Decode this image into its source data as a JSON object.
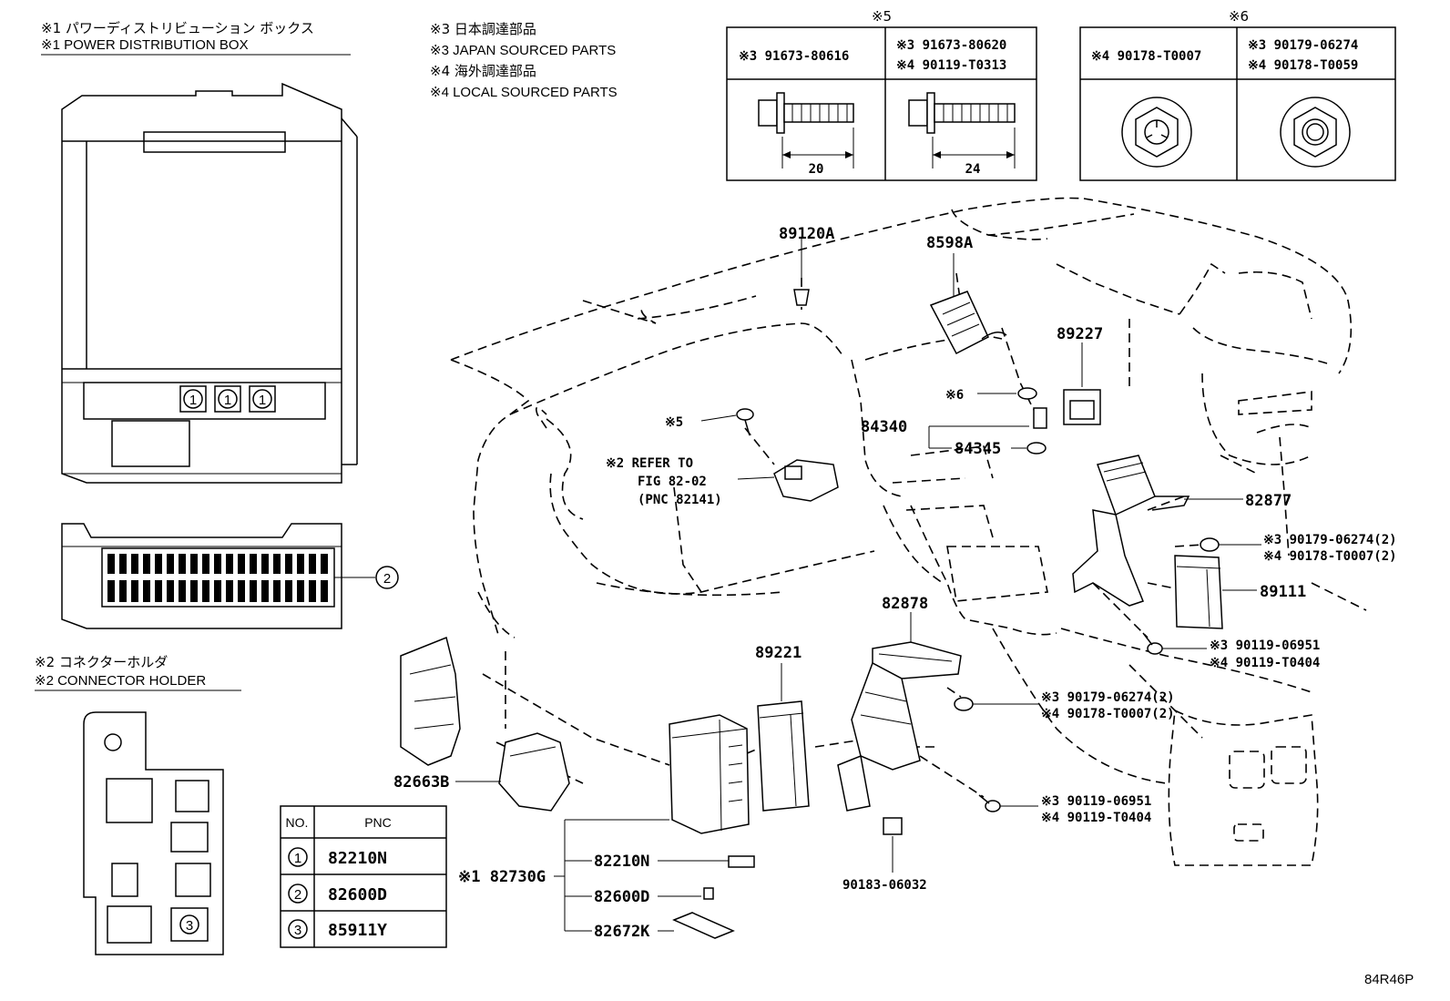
{
  "notes": {
    "power_box_jp": "※1 パワーディストリビューション ボックス",
    "power_box_en": "※1 POWER DISTRIBUTION BOX",
    "japan_jp": "※3 日本調達部品",
    "japan_en": "※3 JAPAN SOURCED PARTS",
    "local_jp": "※4 海外調達部品",
    "local_en": "※4 LOCAL SOURCED PARTS",
    "connector_jp": "※2 コネクターホルダ",
    "connector_en": "※2 CONNECTOR HOLDER"
  },
  "fastener_tables": {
    "bolts": {
      "title": "※5",
      "cells": [
        {
          "lines": [
            "※3 91673-80616"
          ],
          "length": "20"
        },
        {
          "lines": [
            "※3 91673-80620",
            "※4 90119-T0313"
          ],
          "length": "24"
        }
      ]
    },
    "nuts": {
      "title": "※6",
      "cells": [
        {
          "lines": [
            "※4 90178-T0007"
          ]
        },
        {
          "lines": [
            "※3 90179-06274",
            "※4 90178-T0059"
          ]
        }
      ]
    }
  },
  "box_markers": {
    "one": "1",
    "two": "2",
    "three": "3"
  },
  "pnc_table": {
    "headers": [
      "NO.",
      "PNC"
    ],
    "rows": [
      {
        "no": "1",
        "pnc": "82210N"
      },
      {
        "no": "2",
        "pnc": "82600D"
      },
      {
        "no": "3",
        "pnc": "85911Y"
      }
    ]
  },
  "labels": {
    "p89120A": "89120A",
    "p8598A": "8598A",
    "p89227": "89227",
    "x6": "※6",
    "p84340": "84340",
    "p84345": "84345",
    "x5": "※5",
    "refer1": "※2 REFER TO",
    "refer2": "FIG 82-02",
    "refer3": "(PNC 82141)",
    "p82877": "82877",
    "f1a": "※3 90179-06274(2)",
    "f1b": "※4 90178-T0007(2)",
    "p89111": "89111",
    "f2a": "※3 90119-06951",
    "f2b": "※4 90119-T0404",
    "p82878": "82878",
    "p89221": "89221",
    "f3a": "※3 90179-06274(2)",
    "f3b": "※4 90178-T0007(2)",
    "f4a": "※3 90119-06951",
    "f4b": "※4 90119-T0404",
    "p82663B": "82663B",
    "p82730G": "※1 82730G",
    "p82210N": "82210N",
    "p82600D": "82600D",
    "p82672K": "82672K",
    "p90183": "90183-06032",
    "code": "84R46P"
  }
}
